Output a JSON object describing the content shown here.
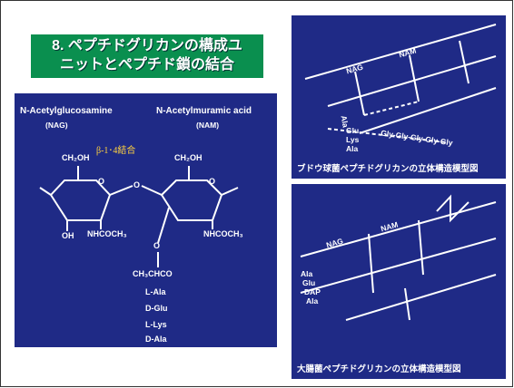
{
  "slide": {
    "title_line1": "8. ペプチドグリカンの構成ユ",
    "title_line2": "ニットとペプチド鎖の結合"
  },
  "main_panel": {
    "nag_name": "N-Acetylglucosamine",
    "nag_abbr": "(NAG)",
    "nam_name": "N-Acetylmuramic acid",
    "nam_abbr": "(NAM)",
    "bond": "β-1･4結合",
    "ch2oh_left": "CH₂OH",
    "ch2oh_right": "CH₂OH",
    "oh": "OH",
    "nhcoch3_left": "NHCOCH₃",
    "nhcoch3_right": "NHCOCH₃",
    "o_bridge": "O",
    "o_ring_left": "O",
    "o_ring_right": "O",
    "o_lactyl": "O",
    "lactyl": "CH₃CHCO",
    "peptide": [
      "L-Ala",
      "D-Glu",
      "L-Lys",
      "D-Ala"
    ]
  },
  "top_panel": {
    "caption": "ブドウ球菌ペプチドグリカンの立体構造模型図",
    "nag": "NAG",
    "nam": "NAM",
    "peptide": [
      "Ala",
      "Glu",
      "Lys",
      "Ala"
    ],
    "bridge": "Gly-Gly-Gly-Gly-Gly"
  },
  "bottom_panel": {
    "caption": "大腸菌ペプチドグリカンの立体構造模型図",
    "nag": "NAG",
    "nam": "NAM",
    "peptide": [
      "Ala",
      "Glu",
      "DAP",
      "Ala"
    ]
  }
}
